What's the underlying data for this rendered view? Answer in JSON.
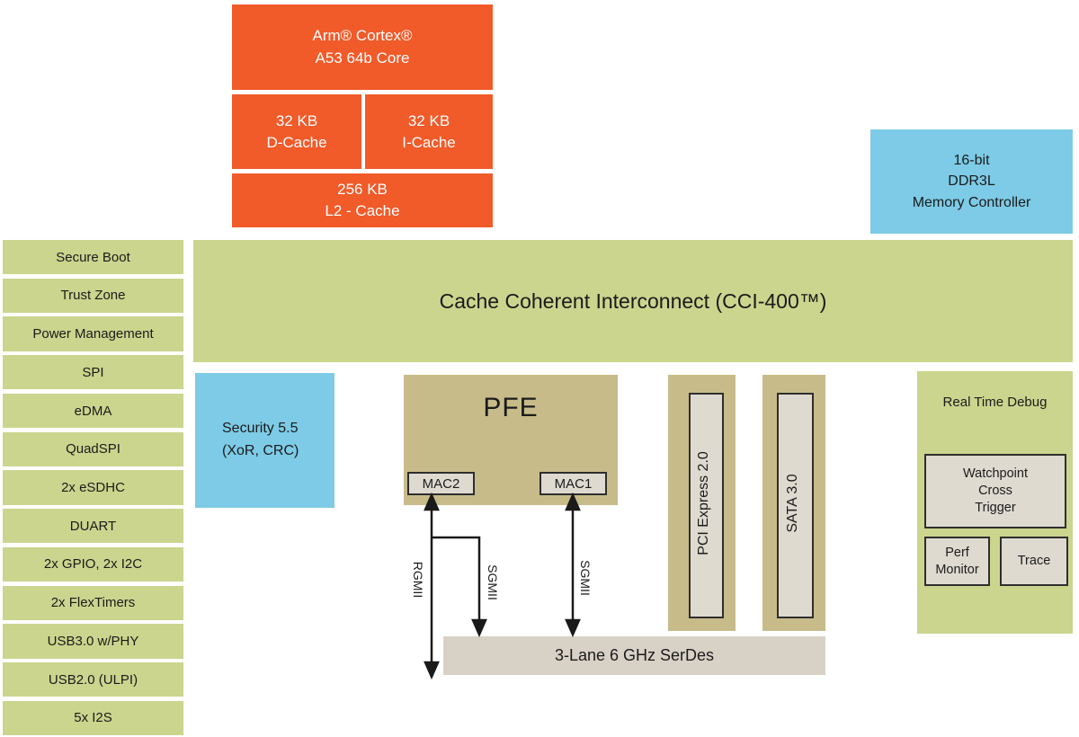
{
  "colors": {
    "orange": "#F15A29",
    "green": "#CBD58D",
    "blue": "#7DCBE6",
    "tan": "#C7BB8A",
    "box_light": "#DEDAD0",
    "serdes_bg": "#D8D1C6",
    "border_dark": "#2e2e2e",
    "text_dark": "#1b1b1b"
  },
  "cpu": {
    "core": [
      "Arm® Cortex®",
      "A53 64b Core"
    ],
    "dcache": [
      "32 KB",
      "D-Cache"
    ],
    "icache": [
      "32 KB",
      "I-Cache"
    ],
    "l2": [
      "256 KB",
      "L2 - Cache"
    ]
  },
  "ddr": [
    "16-bit",
    "DDR3L",
    "Memory Controller"
  ],
  "interconnect": {
    "label": "Cache Coherent Interconnect (CCI-400™)"
  },
  "peripherals": {
    "items": [
      "Secure Boot",
      "Trust Zone",
      "Power Management",
      "SPI",
      "eDMA",
      "QuadSPI",
      "2x eSDHC",
      "DUART",
      "2x GPIO, 2x I2C",
      "2x FlexTimers",
      "USB3.0 w/PHY",
      "USB2.0 (ULPI)",
      "5x I2S"
    ]
  },
  "security": [
    "Security 5.5",
    "(XoR, CRC)"
  ],
  "pfe": {
    "label": "PFE",
    "mac2": "MAC2",
    "mac1": "MAC1"
  },
  "ports": {
    "pcie": "PCI Express 2.0",
    "sata": "SATA  3.0"
  },
  "debug": {
    "title": "Real Time Debug",
    "watchpoint": [
      "Watchpoint",
      "Cross",
      "Trigger"
    ],
    "perf": [
      "Perf",
      "Monitor"
    ],
    "trace": "Trace"
  },
  "serdes": {
    "label": "3-Lane 6 GHz SerDes"
  },
  "interfaces": {
    "rgmii": "RGMII",
    "sgmii1": "SGMII",
    "sgmii2": "SGMII"
  }
}
